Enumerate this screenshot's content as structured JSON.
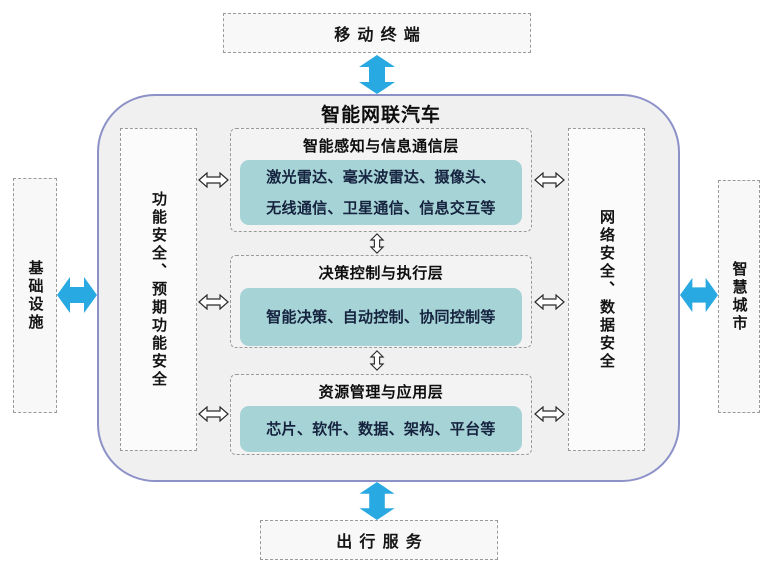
{
  "diagram_title": "智能网联汽车",
  "external": {
    "top": {
      "label": "移动终端"
    },
    "bottom": {
      "label": "出行服务"
    },
    "left": {
      "label": "基础设施"
    },
    "right": {
      "label": "智慧城市"
    }
  },
  "vehicle": {
    "title": "智能网联汽车",
    "left_bar": {
      "label": "功能安全、预期功能安全"
    },
    "right_bar": {
      "label": "网络安全、数据安全"
    },
    "layers": [
      {
        "title": "智能感知与信息通信层",
        "content": [
          "激光雷达、毫米波雷达、摄像头、",
          "无线通信、卫星通信、信息交互等"
        ]
      },
      {
        "title": "决策控制与执行层",
        "content": [
          "智能决策、自动控制、协同控制等"
        ]
      },
      {
        "title": "资源管理与应用层",
        "content": [
          "芯片、软件、数据、架构、平台等"
        ]
      }
    ]
  },
  "colors": {
    "blue_arrow": "#29a9e2",
    "teal_box": "#a6d3d6",
    "container_border": "#8c92c8",
    "container_fill": "#f0f0f0",
    "dashed_border": "#9a9a9a"
  }
}
